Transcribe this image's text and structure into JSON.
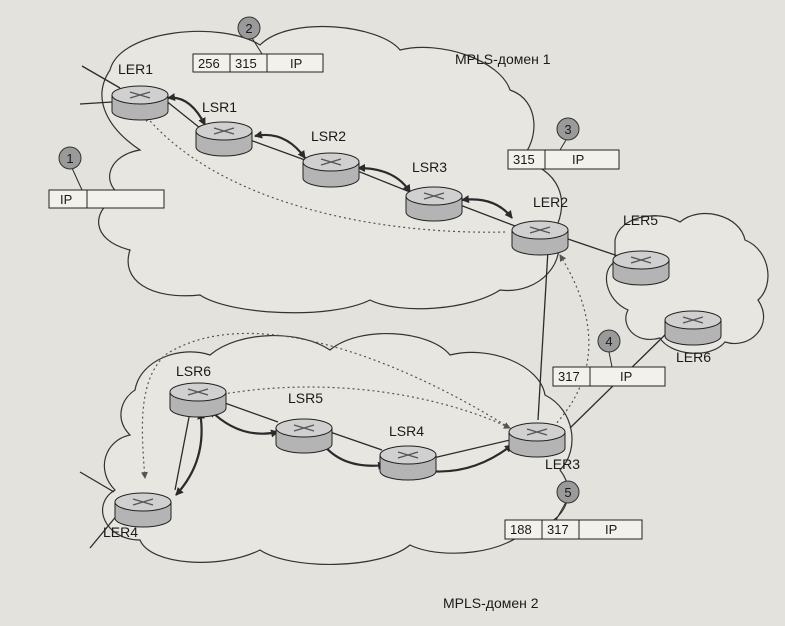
{
  "domains": {
    "domain1": "MPLS-домен 1",
    "domain2": "MPLS-домен 2"
  },
  "routers": {
    "ler1": "LER1",
    "lsr1": "LSR1",
    "lsr2": "LSR2",
    "lsr3": "LSR3",
    "ler2": "LER2",
    "ler5": "LER5",
    "ler6": "LER6",
    "lsr6": "LSR6",
    "lsr5": "LSR5",
    "lsr4": "LSR4",
    "ler3": "LER3",
    "ler4": "LER4"
  },
  "steps": [
    "1",
    "2",
    "3",
    "4",
    "5"
  ],
  "packets": {
    "p1": [
      "IP",
      ""
    ],
    "p2": [
      "256",
      "315",
      "IP"
    ],
    "p3": [
      "315",
      "IP"
    ],
    "p4": [
      "317",
      "IP"
    ],
    "p5": [
      "188",
      "317",
      "IP"
    ]
  },
  "colors": {
    "router_fill": "#b4b4b4",
    "router_top": "#d0d0d0",
    "line": "#2b2b2b",
    "step_badge": "#9a9a9a"
  }
}
